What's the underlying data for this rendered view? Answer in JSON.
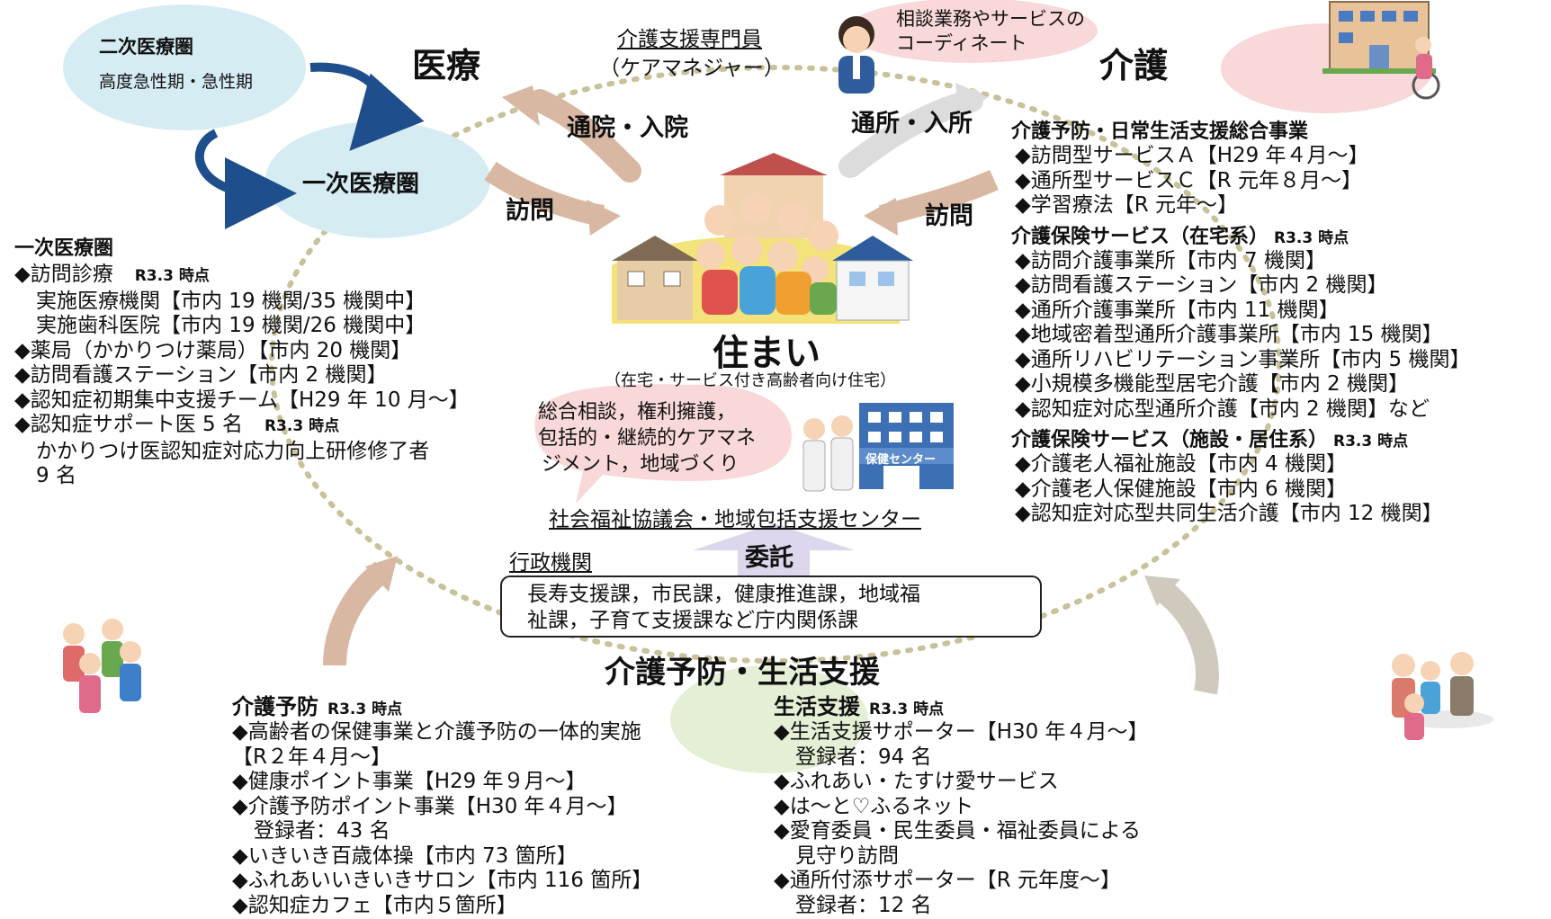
{
  "medical": {
    "title": "医療",
    "secondary_zone": {
      "title": "二次医療圏",
      "sub": "高度急性期・急性期"
    },
    "primary_zone": {
      "title": "一次医療圏"
    },
    "panel": {
      "heading": "一次医療圏",
      "lines": [
        {
          "text": "◆訪問診療",
          "tag": "R3.3 時点"
        },
        {
          "text": "実施医療機関【市内 19 機関/35 機関中】",
          "indent": true
        },
        {
          "text": "実施歯科医院【市内 19 機関/26 機関中】",
          "indent": true
        },
        {
          "text": "◆薬局（かかりつけ薬局）【市内 20 機関】"
        },
        {
          "text": "◆訪問看護ステーション【市内 2 機関】"
        },
        {
          "text": "◆認知症初期集中支援チーム【H29 年 10 月～】"
        },
        {
          "text": "◆認知症サポート医 5 名",
          "tag": "R3.3 時点"
        },
        {
          "text": "かかりつけ医認知症対応力向上研修修了者",
          "indent": true
        },
        {
          "text": "9 名",
          "indent": true
        }
      ]
    }
  },
  "care_manager": {
    "title": "介護支援専門員",
    "subtitle": "（ケアマネジャー）",
    "bubble": [
      "相談業務やサービスの",
      "コーディネート"
    ]
  },
  "care": {
    "title": "介護",
    "general_project": {
      "heading": "介護予防・日常生活支援総合事業",
      "items": [
        "◆訪問型サービスＡ【H29 年４月～】",
        "◆通所型サービスＣ【R 元年８月～】",
        "◆学習療法【R 元年～】"
      ]
    },
    "home_services": {
      "heading": "介護保険サービス（在宅系）",
      "tag": "R3.3 時点",
      "items": [
        "◆訪問介護事業所【市内 7 機関】",
        "◆訪問看護ステーション【市内 2 機関】",
        "◆通所介護事業所【市内 11 機関】",
        "◆地域密着型通所介護事業所【市内 15 機関】",
        "◆通所リハビリテーション事業所【市内 5 機関】",
        "◆小規模多機能型居宅介護【市内 2 機関】",
        "◆認知症対応型通所介護【市内 2 機関】など"
      ]
    },
    "facility_services": {
      "heading": "介護保険サービス（施設・居住系）",
      "tag": "R3.3 時点",
      "items": [
        "◆介護老人福祉施設【市内 4 機関】",
        "◆介護老人保健施設【市内 6 機関】",
        "◆認知症対応型共同生活介護【市内 12 機関】"
      ]
    }
  },
  "arrows": {
    "hospital": "通院・入院",
    "visit_left": "訪問",
    "day_service": "通所・入所",
    "visit_right": "訪問",
    "entrust": "委託"
  },
  "center": {
    "title": "住まい",
    "subtitle": "（在宅・サービス付き高齢者向け住宅）",
    "bubble": [
      "総合相談，権利擁護，",
      "包括的・継続的ケアマネ",
      "ジメント，地域づくり"
    ],
    "building_sign": "保健センター",
    "org": "社会福祉協議会・地域包括支援センター",
    "admin_label": "行政機関",
    "admin_box": [
      "長寿支援課，市民課，健康推進課，地域福",
      "祉課，子育て支援課など庁内関係課"
    ]
  },
  "support": {
    "title": "介護予防・生活支援",
    "prevention": {
      "heading": "介護予防",
      "tag": "R3.3 時点",
      "lines": [
        {
          "text": "◆高齢者の保健事業と介護予防の一体的実施"
        },
        {
          "text": "【R２年４月～】",
          "indent": true
        },
        {
          "text": "◆健康ポイント事業【H29 年９月～】"
        },
        {
          "text": "◆介護予防ポイント事業【H30 年４月～】"
        },
        {
          "text": "登録者：43 名",
          "indent": true
        },
        {
          "text": "◆いきいき百歳体操【市内 73 箇所】"
        },
        {
          "text": "◆ふれあいいきいきサロン【市内 116 箇所】"
        },
        {
          "text": "◆認知症カフェ【市内５箇所】"
        }
      ]
    },
    "life_support": {
      "heading": "生活支援",
      "tag": "R3.3 時点",
      "lines": [
        {
          "text": "◆生活支援サポーター【H30 年４月～】"
        },
        {
          "text": "登録者：94 名",
          "indent": true
        },
        {
          "text": "◆ふれあい・たすけ愛サービス"
        },
        {
          "text": "◆は～と♡ふるネット"
        },
        {
          "text": "◆愛育委員・民生委員・福祉委員による"
        },
        {
          "text": "見守り訪問",
          "indent": true
        },
        {
          "text": "◆通所付添サポーター【R 元年度～】"
        },
        {
          "text": "登録者：12 名",
          "indent": true
        }
      ]
    }
  },
  "colors": {
    "zone_blue": "#d6ecf3",
    "cycle_arrow": "#1f4e8c",
    "flow_arrow": "#d8b8a3",
    "dots": "#c8c29a",
    "pink_bubble": "#f8d8d8",
    "lavender": "#ddd6ec"
  }
}
